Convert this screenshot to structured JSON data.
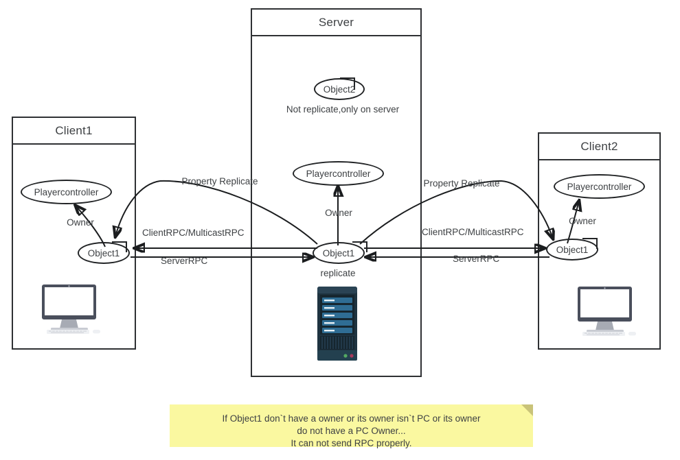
{
  "diagram": {
    "title": "Unreal Engine replication / RPC diagram",
    "ink_color": "#2e3033",
    "text_color": "#3d4043",
    "note_color": "#faf8a0"
  },
  "client1": {
    "title": "Client1",
    "playercontroller": "Playercontroller",
    "owner_label": "Owner",
    "object": "Object1",
    "device_icon": "desktop-computer-icon"
  },
  "server": {
    "title": "Server",
    "object2": "Object2",
    "object2_note": "Not replicate,only on server",
    "playercontroller": "Playercontroller",
    "owner_label": "Owner",
    "object": "Object1",
    "object_note": "replicate",
    "device_icon": "server-rack-icon"
  },
  "client2": {
    "title": "Client2",
    "playercontroller": "Playercontroller",
    "owner_label": "Owner",
    "object": "Object1",
    "device_icon": "desktop-computer-icon"
  },
  "links": {
    "left_property_replicate": "Property Replicate",
    "left_client_multicast_rpc": "ClientRPC/MulticastRPC",
    "left_server_rpc": "ServerRPC",
    "right_property_replicate": "Property Replicate",
    "right_client_multicast_rpc": "ClientRPC/MulticastRPC",
    "right_server_rpc": "ServerRPC"
  },
  "note": {
    "line1": "If Object1 don`t have a owner or its owner isn`t PC or its owner",
    "line2": "do not have a PC Owner...",
    "line3": "It can not send RPC properly."
  }
}
